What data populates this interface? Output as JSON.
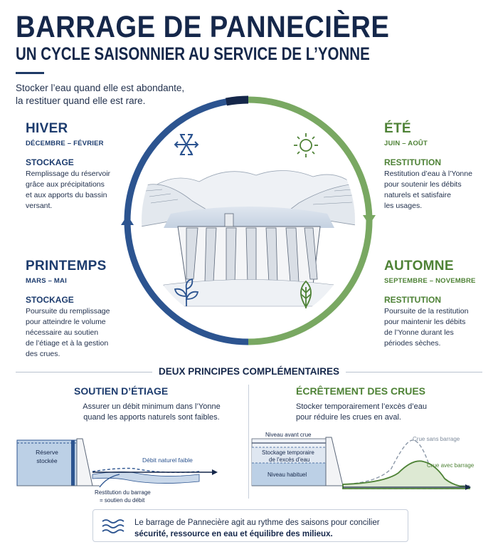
{
  "header": {
    "title": "BARRAGE DE PANNECIÈRE",
    "subtitle": "UN CYCLE SAISONNIER AU SERVICE DE L’YONNE",
    "intro_line1": "Stocker l’eau quand elle est abondante,",
    "intro_line2": "la restituer quand elle est rare."
  },
  "seasons": {
    "hiver": {
      "name": "HIVER",
      "months": "DÉCEMBRE – FÉVRIER",
      "action": "STOCKAGE",
      "text": [
        "Remplissage du réservoir",
        "grâce aux précipitations",
        "et aux apports du bassin",
        "versant."
      ]
    },
    "printemps": {
      "name": "PRINTEMPS",
      "months": "MARS – MAI",
      "action": "STOCKAGE",
      "text": [
        "Poursuite du remplissage",
        "pour atteindre le volume",
        "nécessaire au soutien",
        "de l’étiage et à la gestion",
        "des crues."
      ]
    },
    "ete": {
      "name": "ÉTÉ",
      "months": "JUIN – AOÛT",
      "action": "RESTITUTION",
      "text": [
        "Restitution d’eau à l’Yonne",
        "pour soutenir les débits",
        "naturels et satisfaire",
        "les usages."
      ]
    },
    "automne": {
      "name": "AUTOMNE",
      "months": "SEPTEMBRE – NOVEMBRE",
      "action": "RESTITUTION",
      "text": [
        "Poursuite de la restitution",
        "pour maintenir les débits",
        "de l’Yonne durant les",
        "périodes sèches."
      ]
    }
  },
  "principles": {
    "title": "DEUX PRINCIPES COMPLÉMENTAIRES",
    "left": {
      "heading": "SOUTIEN D’ÉTIAGE",
      "text": [
        "Assurer un débit minimum dans l’Yonne",
        "quand les apports naturels sont faibles."
      ],
      "reserve_label": [
        "Réserve",
        "stockée"
      ],
      "debit_label": "Débit naturel faible",
      "restitution_label": [
        "Restitution du barrage",
        "= soutien du débit"
      ]
    },
    "right": {
      "heading": "ÉCRÊTEMENT DES CRUES",
      "text": [
        "Stocker temporairement l’excès d’eau",
        "pour réduire les crues en aval."
      ],
      "niveau_avant": "Niveau avant crue",
      "stockage_label": [
        "Stockage temporaire",
        "de l’excès d’eau"
      ],
      "niveau_habituel": "Niveau habituel",
      "crue_sans": "Crue sans barrage",
      "crue_avec": "Crue avec barrage"
    }
  },
  "footer": {
    "line1": "Le barrage de Pannecière agit au rythme des saisons pour concilier",
    "line2": "sécurité, ressource en eau et équilibre des milieux."
  },
  "colors": {
    "navy": "#15274a",
    "blue": "#2c5490",
    "green": "#79a862",
    "dark_green": "#4e8236"
  },
  "icons": [
    "snowflake-icon",
    "sun-icon",
    "sprout-icon",
    "leaf-icon",
    "waves-icon"
  ]
}
